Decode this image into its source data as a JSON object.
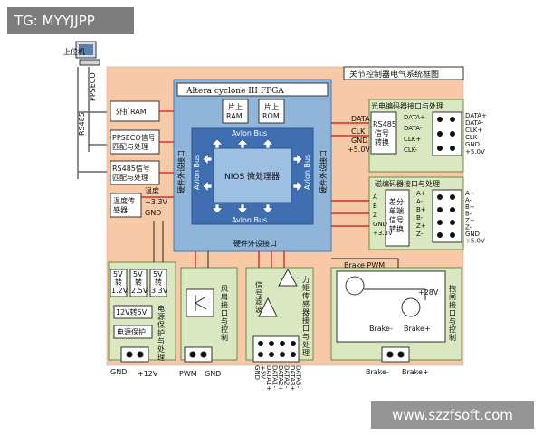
{
  "watermark_top": "TG: MYYJJPP",
  "watermark_bottom": "www.szzfsoft.com",
  "pc_label": "上位机",
  "ppseco_label": "PPSECO",
  "rs485_vert_label": "RS485",
  "diagram_title": "关节控制器电气系统框图",
  "fpga_title": "Altera cyclone III  FPGA",
  "ram_label": "片上\nRAM",
  "rom_label": "片上\nROM",
  "avlon_bus": "Avlon Bus",
  "nios_label": "NIOS 微处理器",
  "hw_interface_left": "硬件外设接口",
  "hw_interface_right": "硬件外设接口",
  "hw_interface_bottom": "硬件外设接口",
  "left_blocks": {
    "ext_ram": "外扩RAM",
    "ppseco_match": "PPSECO信号\n匹配与处理",
    "rs485_match": "RS485信号\n匹配与处理",
    "temp_sensor": "温度传\n感器",
    "temp_label": "温度",
    "v33": "+3.3V",
    "gnd": "GND"
  },
  "power": {
    "c1": "5V\n转\n1.2V",
    "c2": "5V\n转\n2.5V",
    "c3": "5V\n转\n3.3V",
    "c12": "12V转5V",
    "prot": "电源保护",
    "title": "电源保护与处理",
    "gnd": "GND",
    "v12": "+12V"
  },
  "encoder_opt": {
    "title": "光电编码器接口与处理",
    "chip": "RS485\n信号\n转换",
    "data": "DATA",
    "clk": "CLK",
    "gnd": "GND",
    "v5": "+5.0V",
    "pins_in": [
      "DATA+",
      "DATA-",
      "CLK+",
      "CLK-"
    ],
    "pins_out": [
      "DATA+",
      "DATA-",
      "CLK+",
      "CLK-",
      "GND",
      "+5.0V"
    ]
  },
  "encoder_mag": {
    "title": "磁编码器接口与处理",
    "chip": "差分\n单端\n信号\n转换",
    "pins_in": [
      "A",
      "B",
      "Z",
      "GND",
      "+3.3V"
    ],
    "diff_in": [
      "A+",
      "A-",
      "B+",
      "B-",
      "Z+",
      "Z-"
    ],
    "pins_out": [
      "A+",
      "A-",
      "B+",
      "B-",
      "Z+",
      "Z-",
      "GND",
      "+5.0V"
    ]
  },
  "fan": {
    "title": "风扇接口与控制",
    "pwm": "PWM",
    "gnd": "GND"
  },
  "force": {
    "title": "力矩传感器接口与处理",
    "filter": "信号滤波",
    "pins": [
      "GND",
      "+5V",
      "DATA1+",
      "DATA1-",
      "DATA2+",
      "DATA2-",
      "DATA3+",
      "DATA3-"
    ]
  },
  "brake": {
    "title": "抱闸接口与控制",
    "pwm": "Brake PWM",
    "v28": "+28V",
    "minus": "Brake-",
    "plus": "Brake+"
  }
}
